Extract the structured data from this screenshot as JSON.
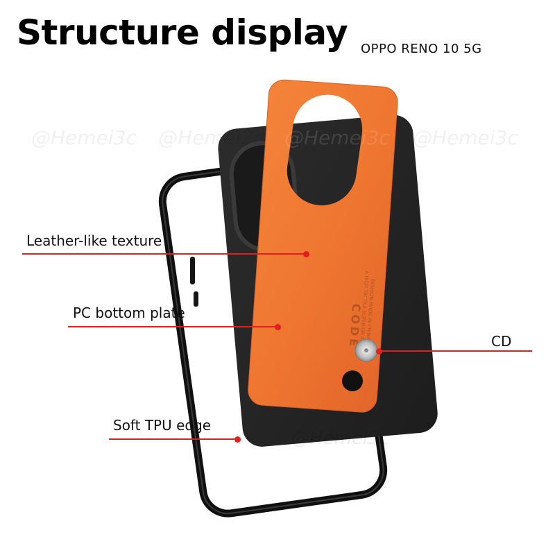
{
  "header": {
    "title": "Structure display",
    "model": "OPPO RENO 10 5G"
  },
  "callouts": [
    {
      "label": "Leather-like texture"
    },
    {
      "label": "PC bottom plate"
    },
    {
      "label": "CD"
    },
    {
      "label": "Soft TPU edge"
    }
  ],
  "case_back": {
    "brand": "CODE",
    "fine_print_1": "A HIGH TACTILE SUPERIOR AND",
    "fine_print_2": "FASHION MADE IN CHINA"
  },
  "watermark": "@Hemei3c",
  "colors": {
    "accent": "#e02020",
    "leather": "#ef7a30",
    "plate": "#242424",
    "tpu_edge": "#111111"
  }
}
